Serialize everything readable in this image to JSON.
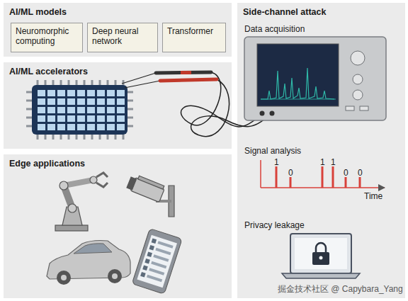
{
  "diagram": {
    "nodes": [
      {
        "text": [
          "AI/ML models"
        ]
      },
      {
        "text": [
          "Neuromorphic computing"
        ],
        "in": 0
      },
      {
        "text": [
          "Deep neural network"
        ],
        "in": 0
      },
      {
        "text": [
          "Transformer"
        ],
        "in": 0
      },
      {
        "text": [
          "AI/ML accelerators"
        ]
      },
      {
        "text": [
          "Edge applications"
        ]
      },
      {
        "text": [
          "Side-channel attack"
        ]
      }
    ],
    "labels": [
      "Data acquisition",
      "Signal analysis",
      "1",
      "0",
      "1",
      "1",
      "0",
      "0",
      "Time",
      "Privacy leakage",
      "掘金技术社区 @ Capybara_Yang"
    ]
  }
}
